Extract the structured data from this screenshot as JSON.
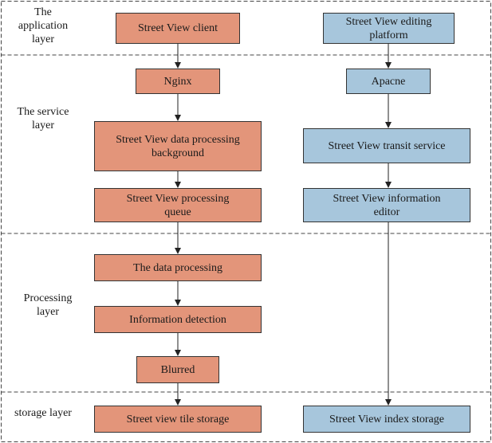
{
  "layers": {
    "application": "The application layer",
    "service": "The service layer",
    "processing": "Processing layer",
    "storage": "storage layer"
  },
  "nodes": {
    "street_view_client": "Street View client",
    "editing_platform": "Street View editing platform",
    "nginx": "Nginx",
    "apache": "Apacne",
    "data_processing_background": "Street View data processing background",
    "transit_service": "Street View transit service",
    "processing_queue": "Street View processing queue",
    "information_editor": "Street View information editor",
    "data_processing": "The data processing",
    "information_detection": "Information detection",
    "blurred": "Blurred",
    "tile_storage": "Street view tile storage",
    "index_storage": "Street View index storage"
  },
  "colors": {
    "left_column_fill": "#E3957A",
    "right_column_fill": "#A7C6DC",
    "border": "#333333"
  }
}
